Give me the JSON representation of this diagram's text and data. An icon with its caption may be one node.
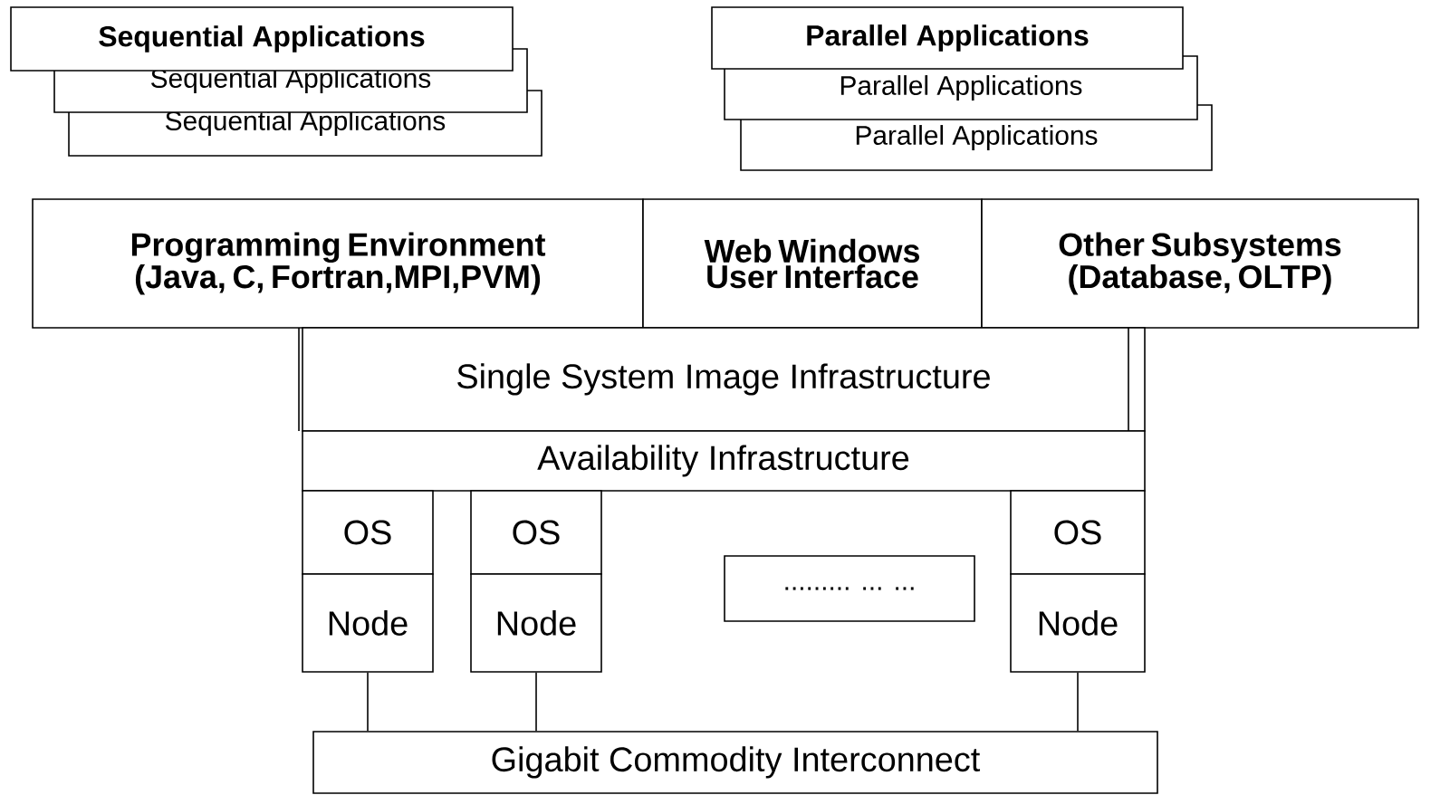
{
  "diagram": {
    "nodes": [
      {
        "text": [
          "Sequential Applications"
        ]
      },
      {
        "text": [
          "Sequential Applications"
        ]
      },
      {
        "text": [
          "Sequential Applications"
        ]
      },
      {
        "text": [
          "Parallel Applications"
        ]
      },
      {
        "text": [
          "Parallel Applications"
        ]
      },
      {
        "text": [
          "Parallel Applications"
        ]
      },
      {
        "text": [
          "Programming Environment (Java, C, Fortran,MPI,PVM)"
        ]
      },
      {
        "text": [
          "Web Windows User Interface"
        ]
      },
      {
        "text": [
          "Other Subsystems (Database, OLTP)"
        ]
      },
      {
        "text": [
          "Single System Image Infrastructure"
        ]
      },
      {
        "text": [
          "Availability Infrastructure"
        ]
      },
      {
        "text": [
          "OS"
        ]
      },
      {
        "text": [
          "OS"
        ]
      },
      {
        "text": [
          "OS"
        ]
      },
      {
        "text": [
          "Node"
        ]
      },
      {
        "text": [
          "Node"
        ]
      },
      {
        "text": [
          ".........  ... ..."
        ]
      },
      {
        "text": [
          "Node"
        ]
      },
      {
        "text": [
          "Gigabit Commodity Interconnect"
        ]
      }
    ],
    "edges": [
      {
        "from": 14,
        "to": 18,
        "arrow": "none"
      },
      {
        "from": 15,
        "to": 18,
        "arrow": "none"
      },
      {
        "from": 17,
        "to": 18,
        "arrow": "none"
      }
    ]
  }
}
